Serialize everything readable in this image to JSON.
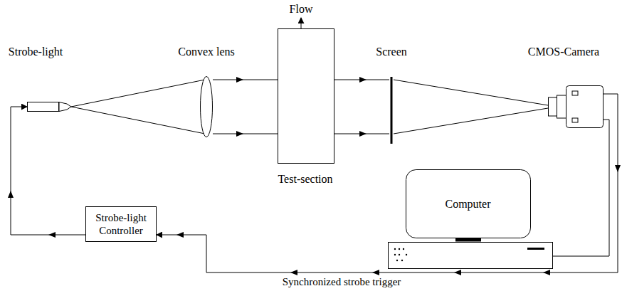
{
  "diagram": {
    "nodes": [
      {
        "text": [
          "Strobe-light"
        ]
      },
      {
        "text": [
          "Convex lens"
        ]
      },
      {
        "text": [
          "Test-section"
        ]
      },
      {
        "text": [
          "Screen"
        ]
      },
      {
        "text": [
          "CMOS-Camera"
        ]
      },
      {
        "text": [
          "Strobe-light Controller"
        ]
      },
      {
        "text": [
          "Computer"
        ]
      }
    ],
    "edges": [
      {
        "from": 5,
        "to": 0,
        "arrow": "to"
      },
      {
        "from": 4,
        "to": 5,
        "label": "Synchronized strobe trigger",
        "arrow": "to"
      },
      {
        "from": 4,
        "to": 6,
        "arrow": "none"
      }
    ],
    "labels": [
      "Flow"
    ]
  }
}
